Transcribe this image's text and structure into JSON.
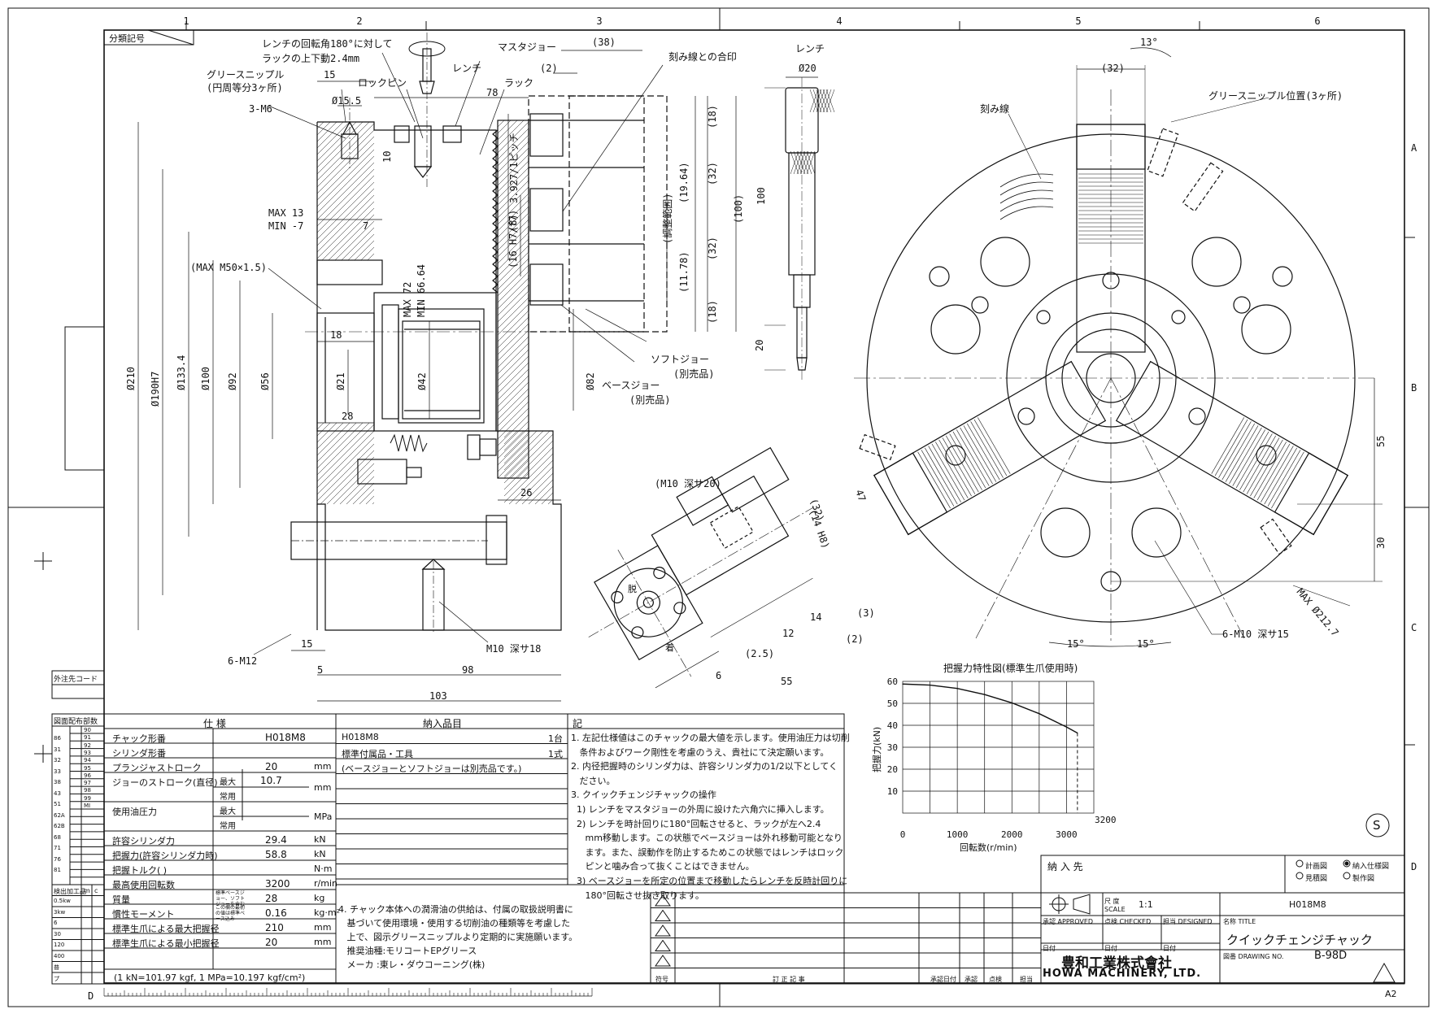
{
  "border": {
    "columns": [
      "1",
      "2",
      "3",
      "4",
      "5",
      "6"
    ],
    "rows": [
      "A",
      "B",
      "C",
      "D"
    ],
    "corner_label": "分類記号",
    "bottom_left_label": "D"
  },
  "annotations": {
    "wrench_rotation_1": "レンチの回転角180°に対して",
    "wrench_rotation_2": "ラックの上下動2.4mm",
    "wrench_label": "レンチ",
    "master_jaw": "マスタジョー",
    "rack": "ラック",
    "lock_pin": "ロックピン",
    "grease_nipple": "グリースニップル",
    "grease_nipple_sub": "(円周等分3ヶ所)",
    "m6": "3-M6",
    "scribe_match": "刻み線との合印",
    "pitch": "3.927/1ピッチ",
    "soft_jaw": "ソフトジョー",
    "soft_jaw_sub": "(別売品)",
    "base_jaw": "ベースジョー",
    "base_jaw_sub": "(別売品)",
    "max13": "MAX 13",
    "min7": "MIN -7",
    "max_m50": "(MAX M50×1.5)",
    "max72": "MAX 72",
    "min6664": "MIN 66.64",
    "m12": "6-M12",
    "m10_18": "M10 深サ18",
    "m10_20": "(M10 深サ20)",
    "adjust_range": "(調整範囲)",
    "scribe_line": "刻み線",
    "grease_position": "グリースニップル位置(3ヶ所)",
    "m10_15": "6-M10 深サ15",
    "max_dia": "MAX Ø212.7",
    "wrench_dia": "Ø20",
    "dim_15": "15",
    "dim_155": "Ø15.5",
    "dim_78": "78",
    "dim_38": "(38)",
    "dim_2": "(2)",
    "dim_10": "10",
    "dim_7": "7",
    "dim_18": "18",
    "dim_28": "28",
    "dim_26": "26",
    "dim_15b": "15",
    "dim_5": "5",
    "dim_98": "98",
    "dim_103": "103",
    "dim_210": "Ø210",
    "dim_190": "Ø190H7",
    "dim_1334": "Ø133.4",
    "dim_100": "Ø100",
    "dim_92": "Ø92",
    "dim_56": "Ø56",
    "dim_21": "Ø21",
    "dim_42": "Ø42",
    "dim_82": "Ø82",
    "dim_16": "(16 H7/f7)",
    "dim_8": "(8)",
    "dim_r18a": "(18)",
    "dim_r32a": "(32)",
    "dim_r32b": "(32)",
    "dim_r18b": "(18)",
    "dim_1964": "(19.64)",
    "dim_1178": "(11.78)",
    "dim_r100": "(100)",
    "dim_100w": "100",
    "dim_20w": "20",
    "dim_13deg": "13°",
    "dim_32top": "(32)",
    "dim_55": "55",
    "dim_30": "30",
    "dim_15deg_a": "15°",
    "dim_15deg_b": "15°",
    "dim_47": "47",
    "dim_32d": "(32)",
    "dim_14h": "(14 H8)",
    "dim_25": "(2.5)",
    "dim_12": "12",
    "dim_14": "14",
    "dim_3": "(3)",
    "dim_2b": "(2)",
    "dim_55b": "55",
    "dim_6": "6",
    "rot_a": "脱",
    "rot_b": "着"
  },
  "chart_data": {
    "type": "line",
    "title": "把握力特性図(標準生爪使用時)",
    "xlabel": "回転数(r/min)",
    "ylabel": "把握力(kN)",
    "xlim": [
      0,
      3500
    ],
    "ylim": [
      0,
      60
    ],
    "x_ticks": [
      "0",
      "1000",
      "2000",
      "3000"
    ],
    "y_ticks": [
      "10",
      "20",
      "30",
      "40",
      "50",
      "60"
    ],
    "end_label": "3200",
    "grid": true,
    "series": [
      {
        "x": [
          0,
          500,
          1000,
          1500,
          2000,
          2500,
          3000,
          3200
        ],
        "y": [
          58.8,
          58.3,
          56.8,
          54.0,
          50.2,
          45.3,
          39.2,
          36.5
        ]
      }
    ]
  },
  "spec": {
    "header": "仕 様",
    "rows": [
      {
        "label": "チャック形番",
        "value": "H018M8",
        "unit": ""
      },
      {
        "label": "シリンダ形番",
        "value": "",
        "unit": ""
      },
      {
        "label": "プランジャストローク",
        "value": "20",
        "unit": "mm"
      },
      {
        "label": "ジョーのストローク(直径)",
        "sub1": "最大",
        "value1": "10.7",
        "sub2": "常用",
        "value2": "",
        "unit": "mm"
      },
      {
        "label": "使用油圧力",
        "sub1": "最大",
        "value1": "",
        "sub2": "常用",
        "value2": "",
        "unit": "MPa"
      },
      {
        "label": "許容シリンダ力",
        "value": "29.4",
        "unit": "kN"
      },
      {
        "label": "把握力(許容シリンダ力時)",
        "value": "58.8",
        "unit": "kN"
      },
      {
        "label": "把握トルク(   )",
        "value": "",
        "unit": "N·m"
      },
      {
        "label": "最高使用回転数",
        "value": "3200",
        "unit": "r/min"
      },
      {
        "label": "質量",
        "note": "標準ベースジョー、ソフトジョーを含む",
        "value": "28",
        "unit": "kg"
      },
      {
        "label": "慣性モーメント",
        "note": "この欄の最初の値は標準ベース込み",
        "value": "0.16",
        "unit": "kg·m²"
      },
      {
        "label": "標準生爪による最大把握径",
        "value": "210",
        "unit": "mm"
      },
      {
        "label": "標準生爪による最小把握径",
        "value": "20",
        "unit": "mm"
      }
    ],
    "footer": "(1 kN=101.97 kgf, 1 MPa=10.197 kgf/cm²)"
  },
  "delivery": {
    "header": "納入品目",
    "rows": [
      {
        "item": "H018M8",
        "qty": "1台"
      },
      {
        "item": "標準付属品・工具",
        "qty": "1式"
      },
      {
        "item": "(ベースジョーとソフトジョーは別売品です。)",
        "qty": ""
      }
    ]
  },
  "notes": {
    "header": "記",
    "lines": [
      "1. 左記仕様値はこのチャックの最大値を示します。使用油圧力は切削",
      "   条件およびワーク剛性を考慮のうえ、貴社にて決定願います。",
      "2. 内径把握時のシリンダ力は、許容シリンダ力の1/2以下としてく",
      "   ださい。",
      "3. クイックチェンジチャックの操作",
      "  1) レンチをマスタジョーの外周に設けた六角穴に挿入します。",
      "  2) レンチを時計回りに180°回転させると、ラックが左へ2.4",
      "     mm移動します。この状態でベースジョーは外れ移動可能となり",
      "     ます。また、誤動作を防止するためこの状態ではレンチはロック",
      "     ピンと噛み合って抜くことはできません。",
      "  3) ベースジョーを所定の位置まで移動したらレンチを反時計回りに",
      "     180°回転させ抜き取ります。"
    ],
    "note4": [
      "4. チャック本体への潤滑油の供給は、付属の取扱説明書に",
      "   基づいて使用環境・使用する切削油の種類等を考慮した",
      "   上で、図示グリースニップルより定期的に実施願います。",
      "   推奨油種:モリコートEPグリース",
      "   メーカ :東レ・ダウコーニング(株)"
    ]
  },
  "revision": {
    "col_symbol": "符号",
    "col_content": "訂 正 記 事",
    "col_date": "承認日付",
    "col_approve": "承認",
    "col_check": "点検",
    "col_charge": "担当"
  },
  "left_table": {
    "title_outsource": "外注先コード",
    "title_dist": "図面配布部数",
    "numbers": [
      "90",
      "91",
      "92",
      "93",
      "94",
      "95",
      "96",
      "97",
      "98",
      "99",
      "MI"
    ],
    "codes": [
      "86",
      "31",
      "32",
      "33",
      "38",
      "43",
      "51",
      "62A",
      "62B",
      "68",
      "71",
      "76",
      "81"
    ],
    "bottom_header": [
      "検出加工品",
      "m",
      "c"
    ],
    "bottom_rows": [
      "0.5kw",
      "3kw",
      "6",
      "30",
      "120",
      "400",
      "普",
      "プ"
    ]
  },
  "title_block": {
    "delivery_to": "納 入 先",
    "checkbox_plan": "計画図",
    "checkbox_estimate": "見積図",
    "checkbox_delivery": "納入仕様図",
    "checkbox_production": "製作図",
    "scale_label": "尺 度",
    "scale_sub": "SCALE",
    "scale_value": "1:1",
    "model": "H018M8",
    "approved": "承認 APPROVED",
    "checked": "点検 CHECKED",
    "designed": "担当 DESIGNED",
    "date_label": "日付",
    "name_label": "名称 TITLE",
    "title": "クイックチェンジチャック",
    "drawing_no_label": "図番 DRAWING NO.",
    "drawing_no": "B-98D",
    "company_jp": "豊和工業株式會社",
    "company_en": "HOWA MACHINERY, LTD.",
    "sheet_size": "A2",
    "stamp": "S"
  }
}
